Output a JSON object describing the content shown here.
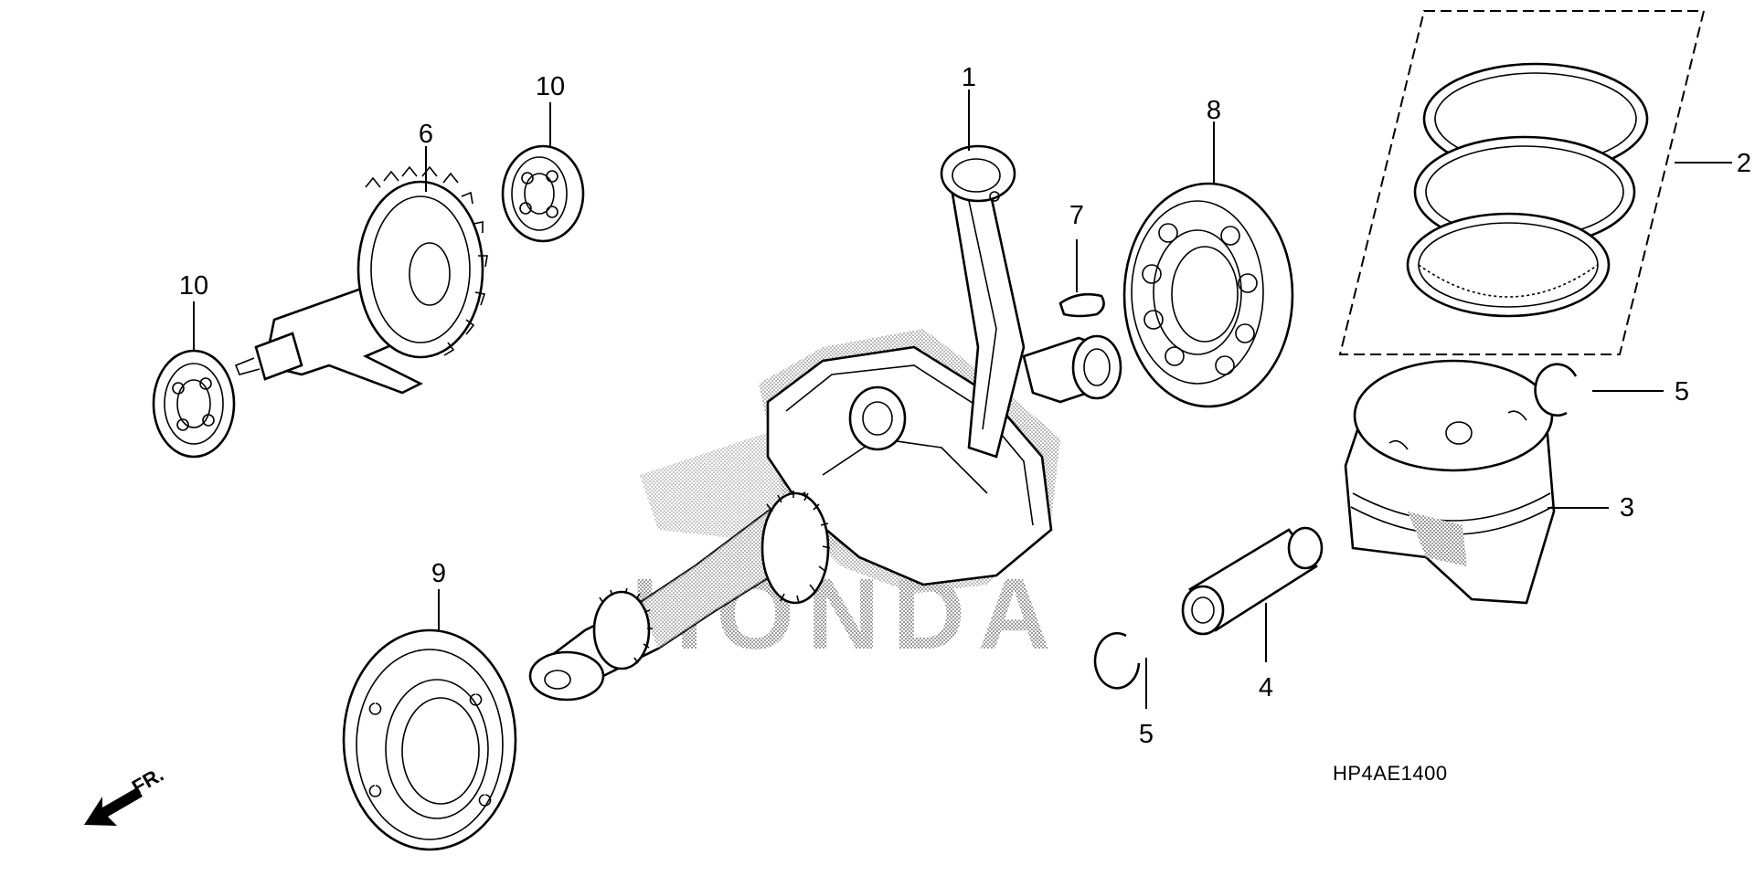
{
  "diagram": {
    "drawing_code": "HP4AE1400",
    "front_marker": "FR.",
    "watermark": "HONDA",
    "callouts": [
      {
        "id": "c1",
        "text": "1"
      },
      {
        "id": "c2",
        "text": "2"
      },
      {
        "id": "c3",
        "text": "3"
      },
      {
        "id": "c4",
        "text": "4"
      },
      {
        "id": "c5a",
        "text": "5"
      },
      {
        "id": "c5b",
        "text": "5"
      },
      {
        "id": "c6",
        "text": "6"
      },
      {
        "id": "c7",
        "text": "7"
      },
      {
        "id": "c8",
        "text": "8"
      },
      {
        "id": "c9",
        "text": "9"
      },
      {
        "id": "c10a",
        "text": "10"
      },
      {
        "id": "c10b",
        "text": "10"
      }
    ]
  }
}
